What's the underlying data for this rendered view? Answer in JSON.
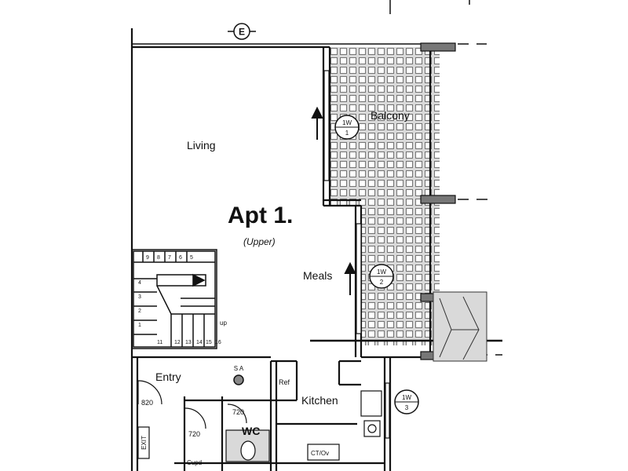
{
  "plan": {
    "title": "Apt 1.",
    "subtitle": "(Upper)",
    "rooms": {
      "living": "Living",
      "balcony": "Balcony",
      "meals": "Meals",
      "entry": "Entry",
      "kitchen": "Kitchen",
      "wc": "WC"
    },
    "markers": {
      "elevation": "E",
      "window_1": {
        "top": "1W",
        "bottom": "1"
      },
      "window_2": {
        "top": "1W",
        "bottom": "2"
      },
      "window_3": {
        "top": "1W",
        "bottom": "3"
      },
      "smoke_alarm": "S A"
    },
    "small_labels": {
      "door_1": "820",
      "door_2": "720",
      "door_3": "720",
      "fridge": "Ref",
      "exit": "EXIT",
      "cupd": "Cupd",
      "cooktop": "CT/Ov",
      "stair_up": "up"
    },
    "stair_numbers": [
      "9",
      "8",
      "7",
      "6",
      "5",
      "4",
      "3",
      "2",
      "1",
      "11",
      "12",
      "13",
      "14",
      "15",
      "16"
    ]
  },
  "colors": {
    "ink": "#111111",
    "tile_fill": "#d9d9d9",
    "tile_grid": "#555555",
    "post_fill": "#777777"
  }
}
